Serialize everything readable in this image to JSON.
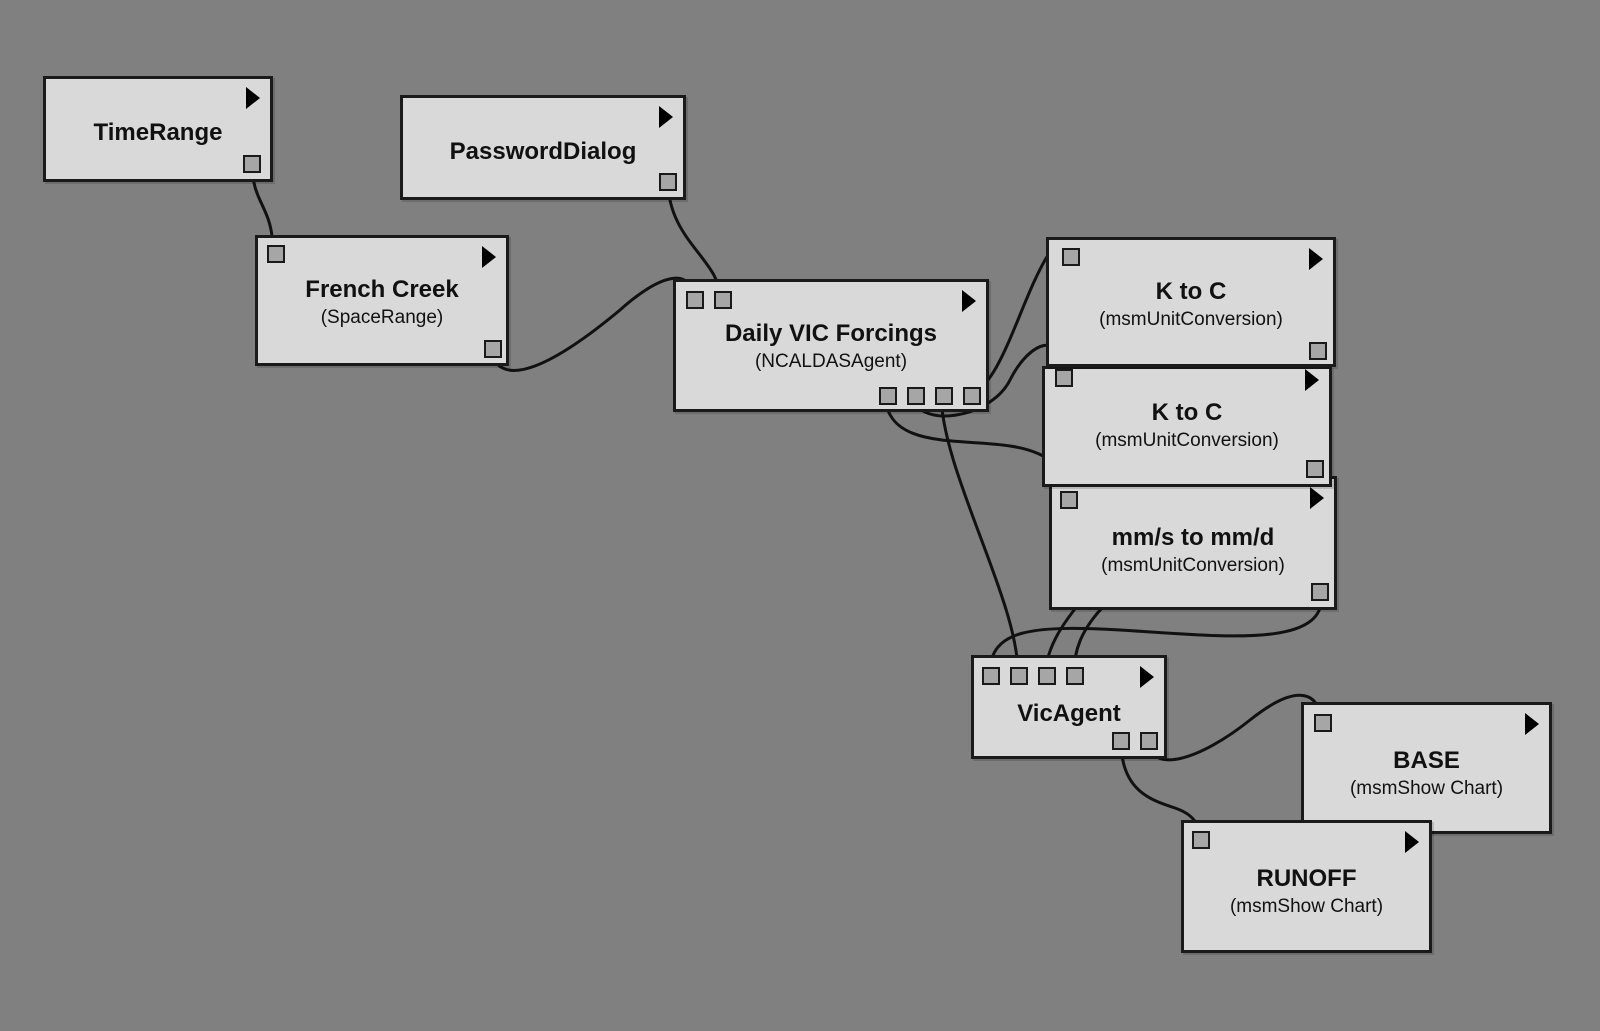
{
  "canvas": {
    "background": "#808080",
    "node_fill": "#d9d9d9",
    "wire_color": "#111111"
  },
  "nodes": {
    "time_range": {
      "title": "TimeRange",
      "type": ""
    },
    "password_dialog": {
      "title": "PasswordDialog",
      "type": ""
    },
    "french_creek": {
      "title": "French Creek",
      "type": "(SpaceRange)"
    },
    "daily_vic": {
      "title": "Daily VIC Forcings",
      "type": "(NCALDASAgent)"
    },
    "k_to_c_1": {
      "title": "K to C",
      "type": "(msmUnitConversion)"
    },
    "k_to_c_2": {
      "title": "K to C",
      "type": "(msmUnitConversion)"
    },
    "mms_to_mmd": {
      "title": "mm/s to mm/d",
      "type": "(msmUnitConversion)"
    },
    "vic_agent": {
      "title": "VicAgent",
      "type": ""
    },
    "base": {
      "title": "BASE",
      "type": "(msmShow Chart)"
    },
    "runoff": {
      "title": "RUNOFF",
      "type": "(msmShow Chart)"
    }
  },
  "icons": {
    "run": "play-triangle-icon",
    "port": "square-port-icon"
  }
}
